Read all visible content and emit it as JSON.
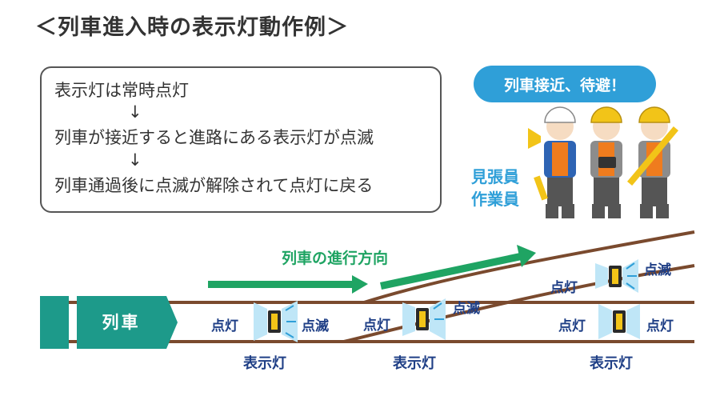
{
  "title": "＜列車進入時の表示灯動作例＞",
  "note": {
    "line1": "表示灯は常時点灯",
    "arrow": "↓",
    "line2": "列車が接近すると進路にある表示灯が点滅",
    "line3": "列車通過後に点滅が解除されて点灯に戻る"
  },
  "bubble_text": "列車接近、待避！",
  "roles": {
    "watchman": "見張員",
    "worker": "作業員"
  },
  "train_label": "列車",
  "direction_label": "列車の進行方向",
  "states": {
    "on": "点灯",
    "blink": "点滅"
  },
  "signal_label": "表示灯",
  "colors": {
    "rail": "#7a4a2e",
    "train": "#1d9a8a",
    "direction_arrow": "#1fa463",
    "bubble": "#2f9fd8",
    "label_blue": "#1f3f86",
    "helmet": "#f2c418",
    "vest": "#ef7c1e",
    "uniform": "#2e64b4"
  }
}
